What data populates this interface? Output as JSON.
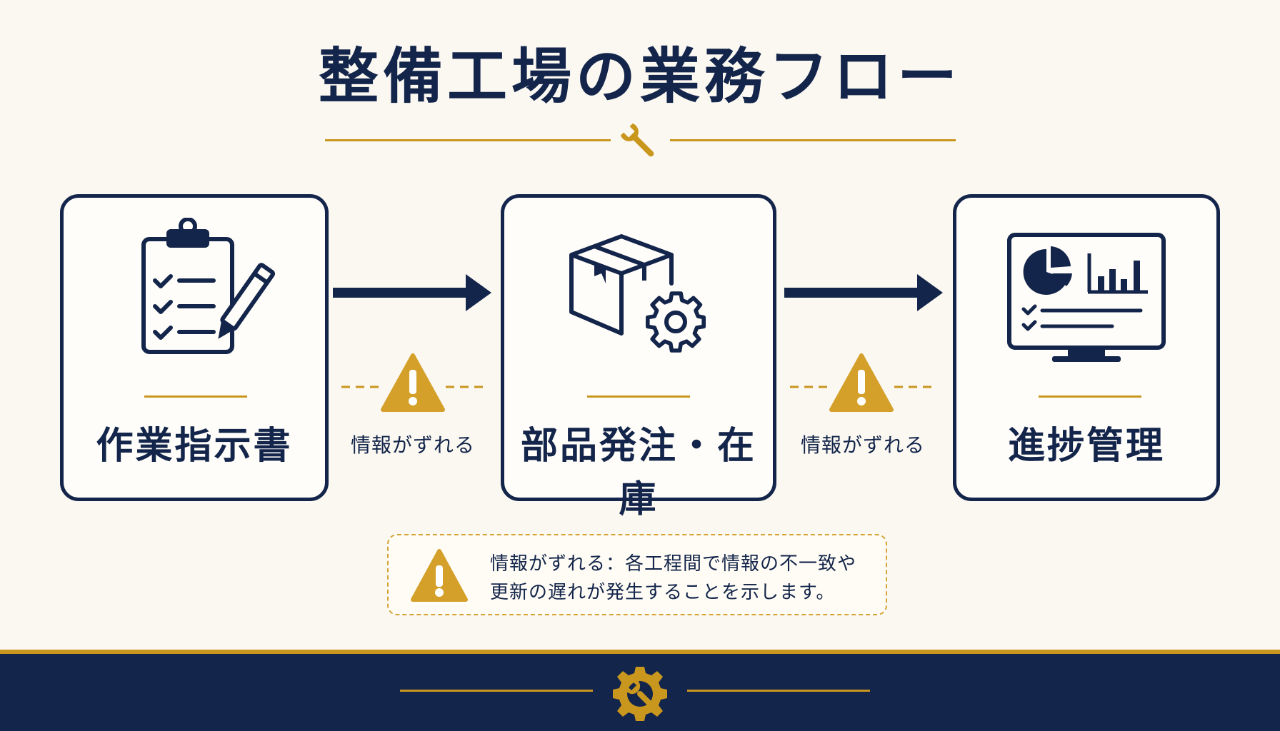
{
  "title": "整備工場の業務フロー",
  "steps": [
    {
      "label": "作業指示書",
      "icon": "clipboard-checklist-icon"
    },
    {
      "label": "部品発注・在庫",
      "icon": "box-gear-icon"
    },
    {
      "label": "進捗管理",
      "icon": "monitor-dashboard-icon"
    }
  ],
  "connectors": [
    {
      "warning": "情報がずれる"
    },
    {
      "warning": "情報がずれる"
    }
  ],
  "note": {
    "line1": "情報がずれる：各工程間で情報の不一致や",
    "line2": "更新の遅れが発生することを示します。"
  },
  "colors": {
    "navy": "#13254a",
    "gold": "#c9961e",
    "background": "#fbf8f2"
  }
}
